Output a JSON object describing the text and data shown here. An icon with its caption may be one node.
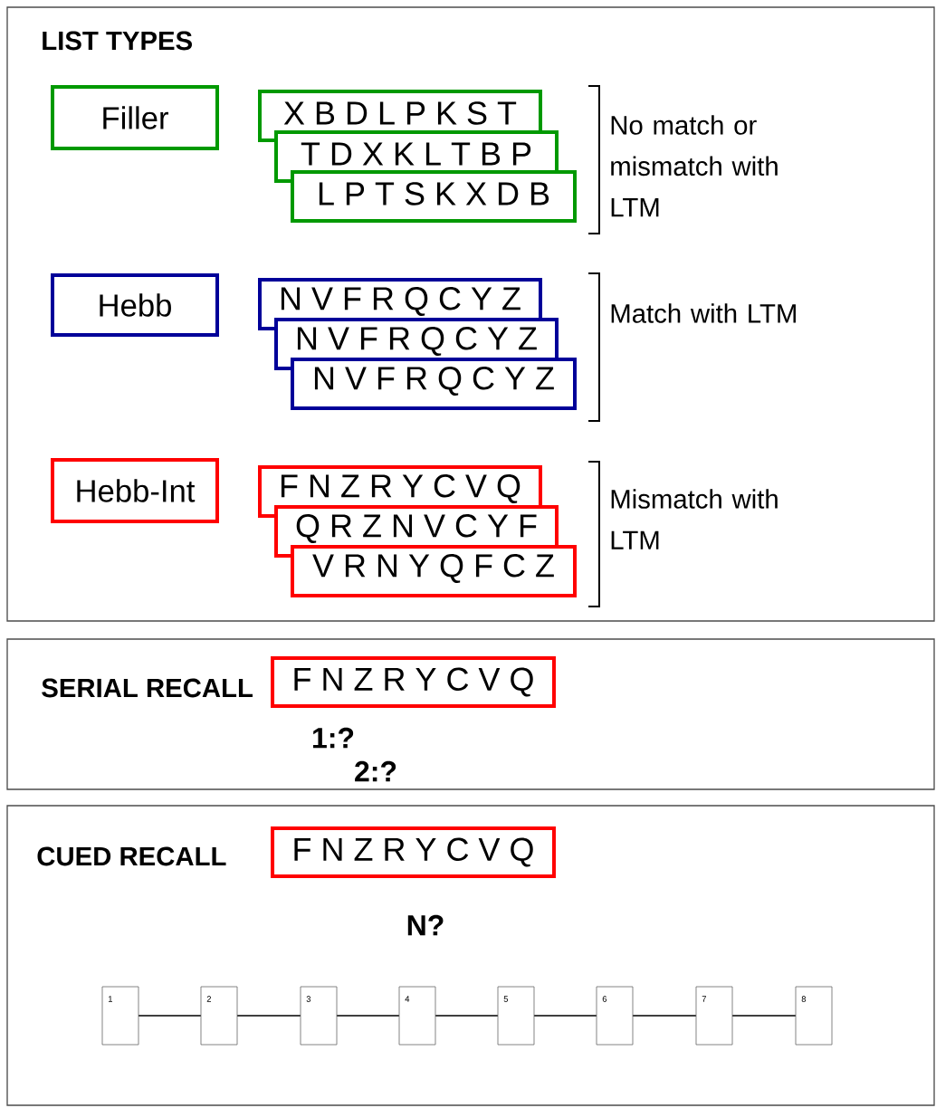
{
  "diagram": {
    "nodes": [
      {
        "text": [
          "LIST TYPES"
        ]
      },
      {
        "text": [
          "Filler"
        ],
        "in": 0
      },
      {
        "text": [
          "X B D L P K S T"
        ],
        "in": 0
      },
      {
        "text": [
          "T D X K L T B P"
        ],
        "in": 0
      },
      {
        "text": [
          "L P T S K X D B"
        ],
        "in": 0
      },
      {
        "text": [
          "Hebb"
        ],
        "in": 0
      },
      {
        "text": [
          "N V F R Q C Y Z"
        ],
        "in": 0
      },
      {
        "text": [
          "N V F R Q C Y Z"
        ],
        "in": 0
      },
      {
        "text": [
          "N V F R Q C Y Z"
        ],
        "in": 0
      },
      {
        "text": [
          "Hebb-Int"
        ],
        "in": 0
      },
      {
        "text": [
          "F N Z R Y C V Q"
        ],
        "in": 0
      },
      {
        "text": [
          "Q R Z N V C Y F"
        ],
        "in": 0
      },
      {
        "text": [
          "V R N Y Q F C Z"
        ],
        "in": 0
      },
      {
        "text": [
          "SERIAL RECALL"
        ]
      },
      {
        "text": [
          "F N Z R Y C V Q"
        ],
        "in": 13
      },
      {
        "text": [
          "CUED RECALL"
        ]
      },
      {
        "text": [
          "F N Z R Y C V Q"
        ],
        "in": 15
      },
      {
        "text": [
          "1"
        ],
        "in": 15
      },
      {
        "text": [
          "2"
        ],
        "in": 15
      },
      {
        "text": [
          "3"
        ],
        "in": 15
      },
      {
        "text": [
          "4"
        ],
        "in": 15
      },
      {
        "text": [
          "5"
        ],
        "in": 15
      },
      {
        "text": [
          "6"
        ],
        "in": 15
      },
      {
        "text": [
          "7"
        ],
        "in": 15
      },
      {
        "text": [
          "8"
        ],
        "in": 15
      }
    ],
    "labels": [
      "No match or mismatch with LTM",
      "Match with LTM",
      "Mismatch with LTM",
      "1:?",
      "2:?",
      "N?"
    ]
  }
}
